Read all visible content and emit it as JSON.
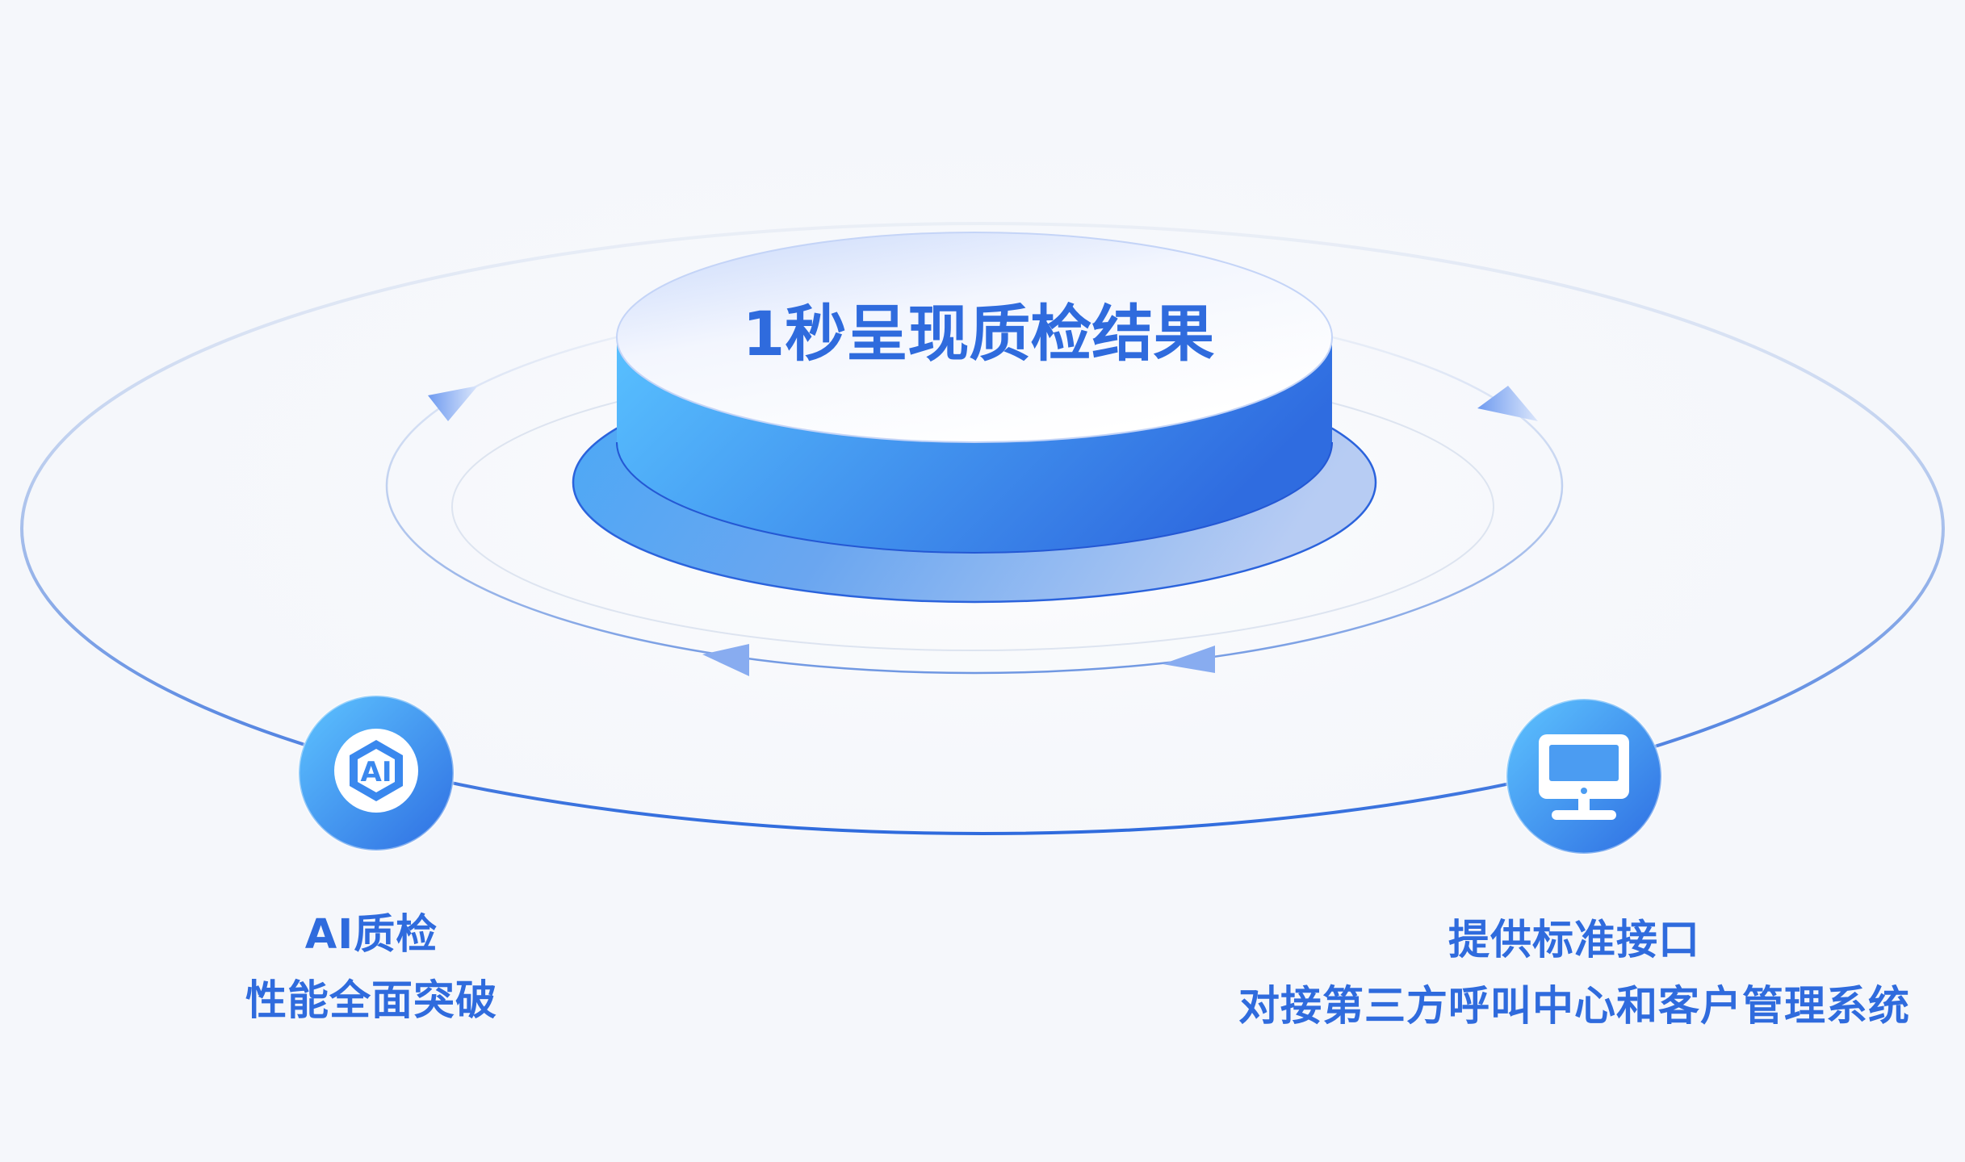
{
  "center_title": "1秒呈现质检结果",
  "ai_node": {
    "icon": "ai-chip-icon",
    "icon_text": "AI",
    "title": "AI质检",
    "subtitle": "性能全面突破"
  },
  "interface_node": {
    "icon": "monitor-icon",
    "title": "提供标准接口",
    "subtitle": "对接第三方呼叫中心和客户管理系统"
  },
  "colors": {
    "accent": "#2f6bdd",
    "light_blue": "#56bdff",
    "deep_blue": "#2f6de0",
    "background": "#f5f7fb"
  }
}
